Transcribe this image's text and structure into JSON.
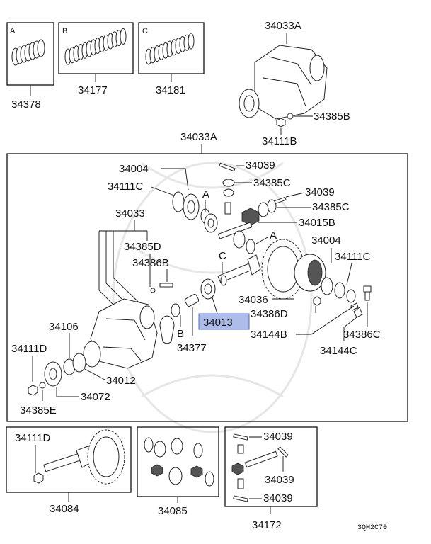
{
  "diagram_code": "3QM2C70",
  "highlight_color": "#aebcea",
  "insets": {
    "a": {
      "letter": "A",
      "part": "34378"
    },
    "b": {
      "letter": "B",
      "part": "34177"
    },
    "c": {
      "letter": "C",
      "part": "34181"
    }
  },
  "top_assembly": {
    "carrier": "34033A",
    "bolt": "34385B",
    "nut": "34111B"
  },
  "main_box": {
    "title": "34033A",
    "labels": {
      "pinion_left_seal": "34004",
      "nut_left_upper": "34111C",
      "carrier_case": "34033",
      "washer_d": "34385D",
      "bolt_b": "34386B",
      "cover_pin": "34106",
      "nut_d": "34111D",
      "washer_e": "34385E",
      "shim_012": "34012",
      "flange_072": "34072",
      "spacer": "34377",
      "bearing_highlight": "34013",
      "marker_a1": "A",
      "marker_a2": "A",
      "marker_b": "B",
      "marker_c": "C",
      "pin_upper": "34039",
      "washer_c_upper": "34385C",
      "pin_right": "34039",
      "washer_c_right": "34385C",
      "gear_015b": "34015B",
      "seal_right": "34004",
      "nut_right": "34111C",
      "spacer_036": "34036",
      "bolt_d": "34386D",
      "bracket_b": "34144B",
      "bracket_c": "34144C",
      "bolt_c": "34386C"
    }
  },
  "bottom_boxes": {
    "ring_pinion": {
      "nut": "34111D",
      "part": "34084"
    },
    "gears": {
      "part": "34085"
    },
    "pins": {
      "pin1": "34039",
      "pin2": "34039",
      "pin3": "34039",
      "part": "34172"
    }
  }
}
